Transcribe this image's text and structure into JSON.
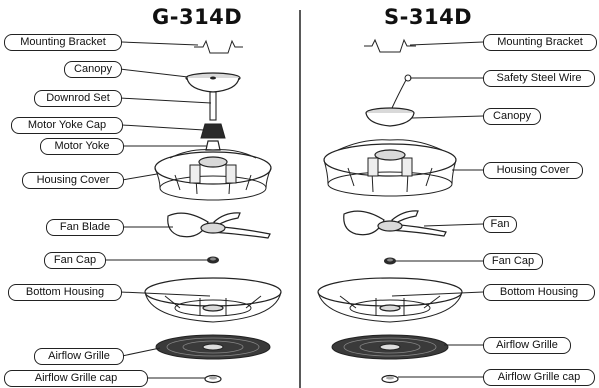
{
  "left": {
    "title": "G-314D",
    "labels": {
      "mounting_bracket": "Mounting Bracket",
      "canopy": "Canopy",
      "downrod_set": "Downrod Set",
      "motor_yoke_cap": "Motor Yoke Cap",
      "motor_yoke": "Motor Yoke",
      "housing_cover": "Housing Cover",
      "fan_blade": "Fan Blade",
      "fan_cap": "Fan Cap",
      "bottom_housing": "Bottom Housing",
      "airflow_grille": "Airflow Grille",
      "airflow_grille_cap": "Airflow Grille cap"
    }
  },
  "right": {
    "title": "S-314D",
    "labels": {
      "mounting_bracket": "Mounting Bracket",
      "safety_steel_wire": "Safety Steel Wire",
      "canopy": "Canopy",
      "housing_cover": "Housing Cover",
      "fan": "Fan",
      "fan_cap": "Fan Cap",
      "bottom_housing": "Bottom Housing",
      "airflow_grille": "Airflow Grille",
      "airflow_grille_cap": "Airflow Grille cap"
    }
  }
}
